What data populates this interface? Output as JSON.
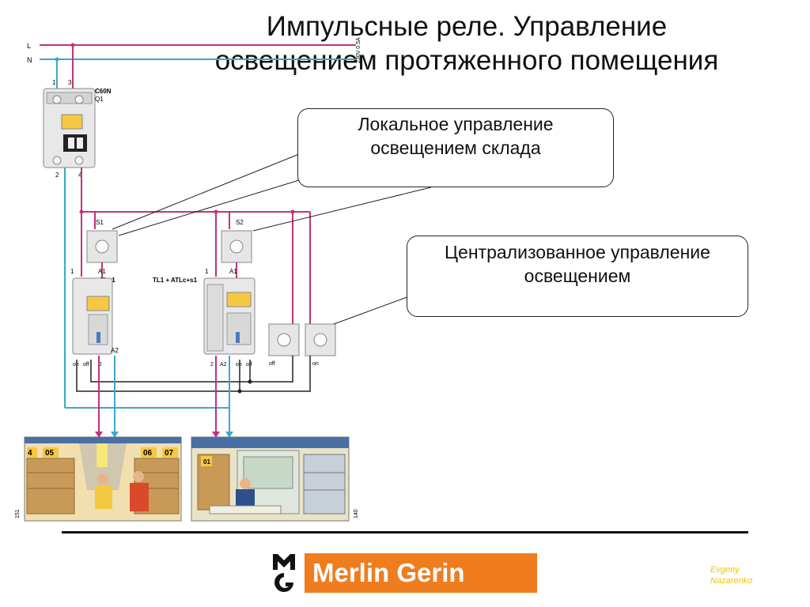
{
  "slide": {
    "title_line1": "Импульсные реле. Управление",
    "title_line2": "освещением протяженного помещения"
  },
  "callouts": {
    "local_line1": "Локальное управление",
    "local_line2": "освещением склада",
    "central_line1": "Централизованное управление",
    "central_line2": "освещением"
  },
  "diagram": {
    "line_L": "L",
    "line_N": "N",
    "breaker_model": "C60N",
    "breaker_ref": "Q1",
    "terminal_1": "1",
    "terminal_2": "2",
    "terminal_3": "3",
    "terminal_4": "4",
    "switch_s1": "S1",
    "switch_s2": "S2",
    "relay1_name": "TLc1",
    "relay2_name": "TL1 + ATLc+s1",
    "a1": "A1",
    "a2": "A2",
    "on": "on",
    "off": "off",
    "ratings": "230V 0.5A",
    "scene1_num": "151",
    "scene2_num": "140",
    "rack_05": "05",
    "rack_06": "06",
    "rack_07": "07",
    "rack_4": "4",
    "rack_01": "01"
  },
  "footer": {
    "brand": "Merlin Gerin",
    "author_line1": "Evgeny",
    "author_line2": "Nazarenko"
  },
  "colors": {
    "phase": "#c2327d",
    "neutral": "#3fa7c9",
    "control": "#222222",
    "brand_orange": "#ef7d1e"
  }
}
